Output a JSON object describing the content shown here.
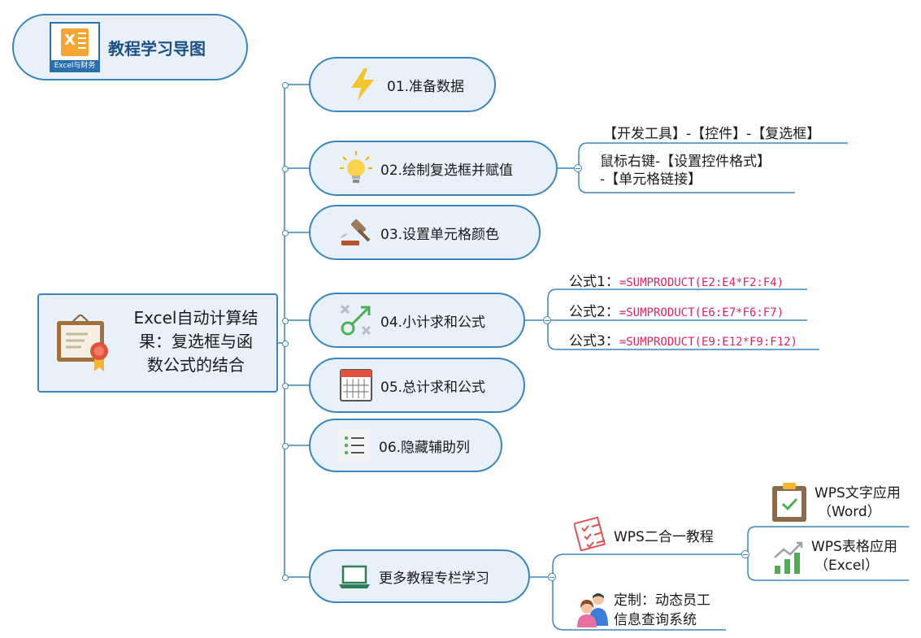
{
  "header": {
    "title": "教程学习导图",
    "logo_text": "Excel与财务",
    "logo_letter": "X"
  },
  "root": {
    "line1": "Excel自动计算结",
    "line2": "果：复选框与函",
    "line3": "数公式的结合"
  },
  "nodes": [
    {
      "label": "01.准备数据",
      "icon": "lightning-icon"
    },
    {
      "label": "02.绘制复选框并赋值",
      "icon": "lightbulb-icon",
      "children": [
        {
          "line1": "【开发工具】-【控件】-【复选框】"
        },
        {
          "line1": "鼠标右键-【设置控件格式】",
          "line2": "-【单元格链接】"
        }
      ]
    },
    {
      "label": "03.设置单元格颜色",
      "icon": "gavel-icon"
    },
    {
      "label": "04.小计求和公式",
      "icon": "arrow-target-icon",
      "children": [
        {
          "prefix": "公式1：",
          "formula": "=SUMPRODUCT(E2:E4*F2:F4)"
        },
        {
          "prefix": "公式2：",
          "formula": "=SUMPRODUCT(E6:E7*F6:F7)"
        },
        {
          "prefix": "公式3：",
          "formula": "=SUMPRODUCT(E9:E12*F9:F12)"
        }
      ]
    },
    {
      "label": "05.总计求和公式",
      "icon": "calendar-grid-icon"
    },
    {
      "label": "06.隐藏辅助列",
      "icon": "checklist-icon"
    },
    {
      "label": "更多教程专栏学习",
      "icon": "laptop-icon",
      "children": [
        {
          "label": "WPS二合一教程",
          "icon": "checklist-red-icon",
          "children": [
            {
              "line1": "WPS文字应用",
              "line2": "（Word）",
              "icon": "clipboard-check-icon"
            },
            {
              "line1": "WPS表格应用",
              "line2": "（Excel）",
              "icon": "bar-chart-icon"
            }
          ]
        },
        {
          "line1": "定制：动态员工",
          "line2": "信息查询系统",
          "icon": "people-icon"
        }
      ]
    }
  ],
  "colors": {
    "line": "#3c86bb",
    "node_fill": "#e8f1f9",
    "formula": "#e0245e"
  }
}
